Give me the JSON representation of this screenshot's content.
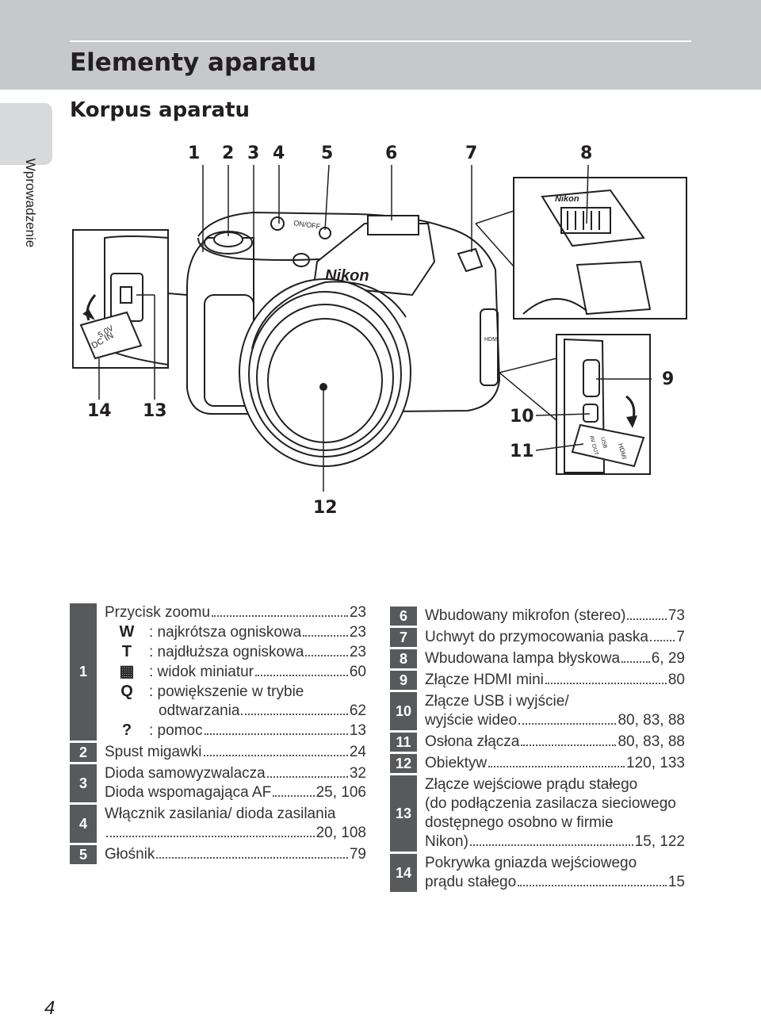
{
  "header": {
    "title": "Elementy aparatu"
  },
  "side_tab": {
    "label": "Wprowadzenie"
  },
  "section": {
    "title": "Korpus aparatu"
  },
  "callouts": {
    "c1": "1",
    "c2": "2",
    "c3": "3",
    "c4": "4",
    "c5": "5",
    "c6": "6",
    "c7": "7",
    "c8": "8",
    "c9": "9",
    "c10": "10",
    "c11": "11",
    "c12": "12",
    "c13": "13",
    "c14": "14"
  },
  "camera_text": {
    "brand": "Nikon",
    "popup_brand": "Nikon",
    "dc_in": "DC IN",
    "dc_voltage": "5.0V",
    "hdmi": "HDMI",
    "av_out": "AV OUT",
    "usb": "USB",
    "on_off": "ON/OFF"
  },
  "legend_left": {
    "r1": {
      "num": "1",
      "title": "Przycisk zoomu",
      "title_page": "23",
      "items": [
        {
          "icon": "W",
          "label": ": najkrótsza ogniskowa",
          "page": "23"
        },
        {
          "icon": "T",
          "label": ": najdłuższa ogniskowa",
          "page": "23"
        },
        {
          "icon": "▦",
          "label": ": widok miniatur",
          "page": "60"
        },
        {
          "icon": "Q",
          "label": ": powiększenie w trybie"
        },
        {
          "icon": "",
          "label": "odtwarzania",
          "page": "62"
        },
        {
          "icon": "?",
          "label": ": pomoc",
          "page": "13"
        }
      ]
    },
    "r2": {
      "num": "2",
      "label": "Spust migawki",
      "page": "24"
    },
    "r3": {
      "num": "3",
      "line1": "Dioda samowyzwalacza",
      "page1": "32",
      "line2": "Dioda wspomagająca AF",
      "page2": "25, 106"
    },
    "r4": {
      "num": "4",
      "line1": "Włącznik zasilania/ dioda zasilania",
      "page": "20, 108"
    },
    "r5": {
      "num": "5",
      "label": "Głośnik",
      "page": "79"
    }
  },
  "legend_right": {
    "r6": {
      "num": "6",
      "label": "Wbudowany mikrofon (stereo)",
      "page": "73"
    },
    "r7": {
      "num": "7",
      "label": "Uchwyt do przymocowania paska",
      "page": "7"
    },
    "r8": {
      "num": "8",
      "label": "Wbudowana lampa błyskowa",
      "page": "6, 29"
    },
    "r9": {
      "num": "9",
      "label": "Złącze HDMI mini",
      "page": "80"
    },
    "r10": {
      "num": "10",
      "line1": "Złącze USB i wyjście/",
      "line2": "wyjście wideo",
      "page": "80, 83, 88"
    },
    "r11": {
      "num": "11",
      "label": "Osłona złącza",
      "page": "80, 83, 88"
    },
    "r12": {
      "num": "12",
      "label": "Obiektyw",
      "page": "120, 133"
    },
    "r13": {
      "num": "13",
      "line1": "Złącze wejściowe prądu stałego",
      "line2": "(do podłączenia zasilacza sieciowego",
      "line3": "dostępnego osobno w firmie",
      "line4": "Nikon)",
      "page": "15, 122"
    },
    "r14": {
      "num": "14",
      "line1": "Pokrywka gniazda wejściowego",
      "line2": "prądu stałego",
      "page": "15"
    }
  },
  "footer": {
    "page_number": "4"
  }
}
